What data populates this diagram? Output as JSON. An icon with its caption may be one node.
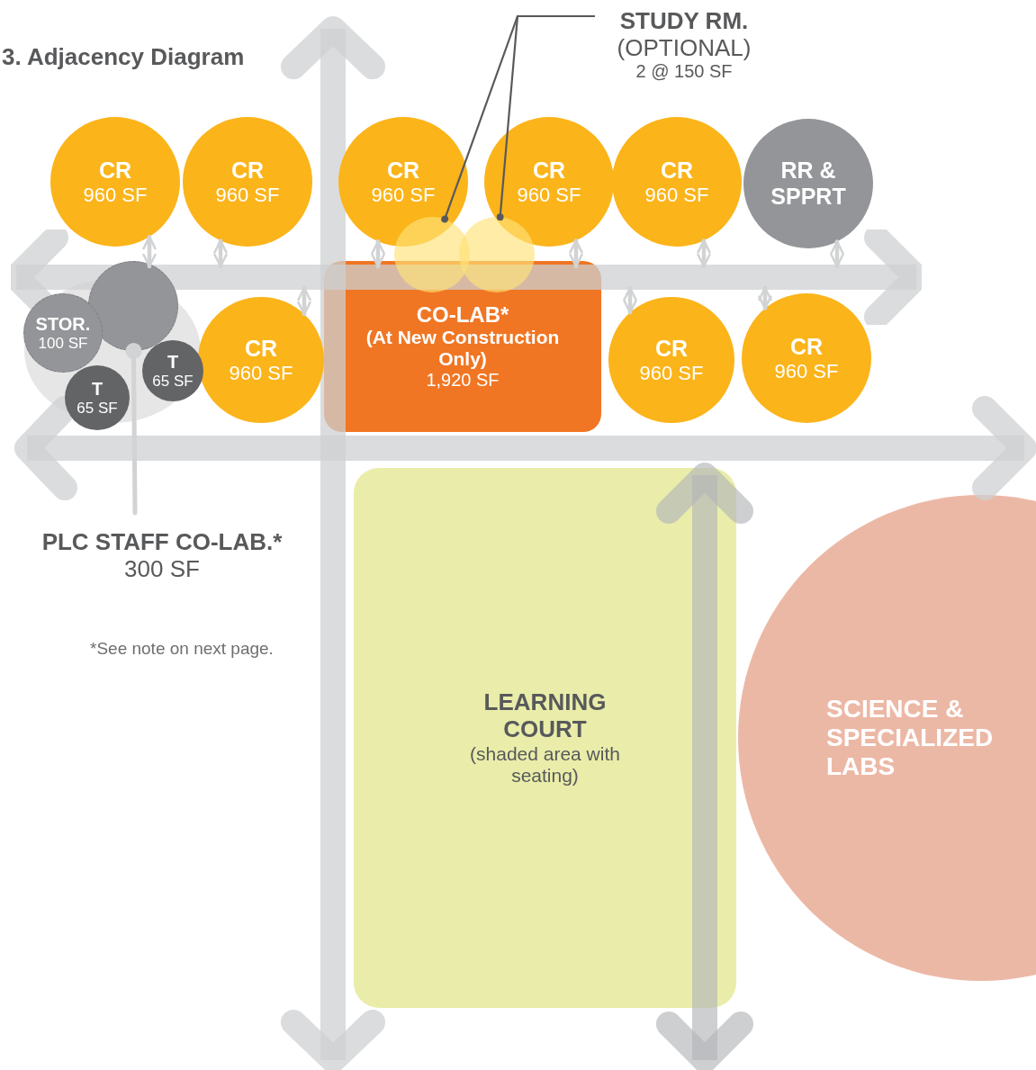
{
  "diagram": {
    "title": "3. Adjacency Diagram",
    "nodes": [
      {
        "text": [
          "CR",
          "960 SF"
        ]
      },
      {
        "text": [
          "CR",
          "960 SF"
        ]
      },
      {
        "text": [
          "CR",
          "960 SF"
        ]
      },
      {
        "text": [
          "CR",
          "960 SF"
        ]
      },
      {
        "text": [
          "CR",
          "960 SF"
        ]
      },
      {
        "text": [
          "RR & SPPRT"
        ]
      },
      {
        "text": [],
        "shape": "bar"
      },
      {
        "text": [],
        "shape": "circle"
      },
      {
        "text": [],
        "shape": "circle"
      },
      {
        "text": [
          "STOR.",
          "100 SF"
        ]
      },
      {
        "text": [],
        "shape": "circle"
      },
      {
        "text": [
          "T",
          "65 SF"
        ]
      },
      {
        "text": [
          "T",
          "65 SF"
        ]
      },
      {
        "text": [
          "CR",
          "960 SF"
        ]
      },
      {
        "text": [
          "CO-LAB*",
          "(At New Construction Only)",
          "1,920 SF"
        ]
      },
      {
        "text": [
          "CR",
          "960 SF"
        ]
      },
      {
        "text": [
          "CR",
          "960 SF"
        ]
      },
      {
        "text": [
          "STUDY RM.",
          "(OPTIONAL)",
          "2 @ 150 SF"
        ]
      },
      {
        "text": [
          "PLC STAFF CO-LAB.*",
          "300 SF"
        ]
      },
      {
        "text": [
          "LEARNING COURT",
          "(shaded area with seating)"
        ]
      },
      {
        "text": [
          "SCIENCE & SPECIALIZED LABS"
        ]
      }
    ],
    "edges": [
      {
        "from": 0,
        "to": 6,
        "arrow": "both"
      },
      {
        "from": 1,
        "to": 6,
        "arrow": "both"
      },
      {
        "from": 13,
        "to": 6,
        "arrow": "both"
      },
      {
        "from": 2,
        "to": 6,
        "arrow": "both"
      },
      {
        "from": 3,
        "to": 6,
        "arrow": "both"
      },
      {
        "from": 15,
        "to": 6,
        "arrow": "both"
      },
      {
        "from": 4,
        "to": 6,
        "arrow": "both"
      },
      {
        "from": 16,
        "to": 6,
        "arrow": "both"
      },
      {
        "from": 5,
        "to": 6,
        "arrow": "both"
      },
      {
        "from": 17,
        "to": 7,
        "arrow": "other",
        "color": "#58595b"
      },
      {
        "from": 17,
        "to": 8,
        "arrow": "other",
        "color": "#58595b"
      },
      {
        "from": 18,
        "to": 10,
        "arrow": "other"
      }
    ],
    "labels": [
      "*See note on next page."
    ]
  }
}
